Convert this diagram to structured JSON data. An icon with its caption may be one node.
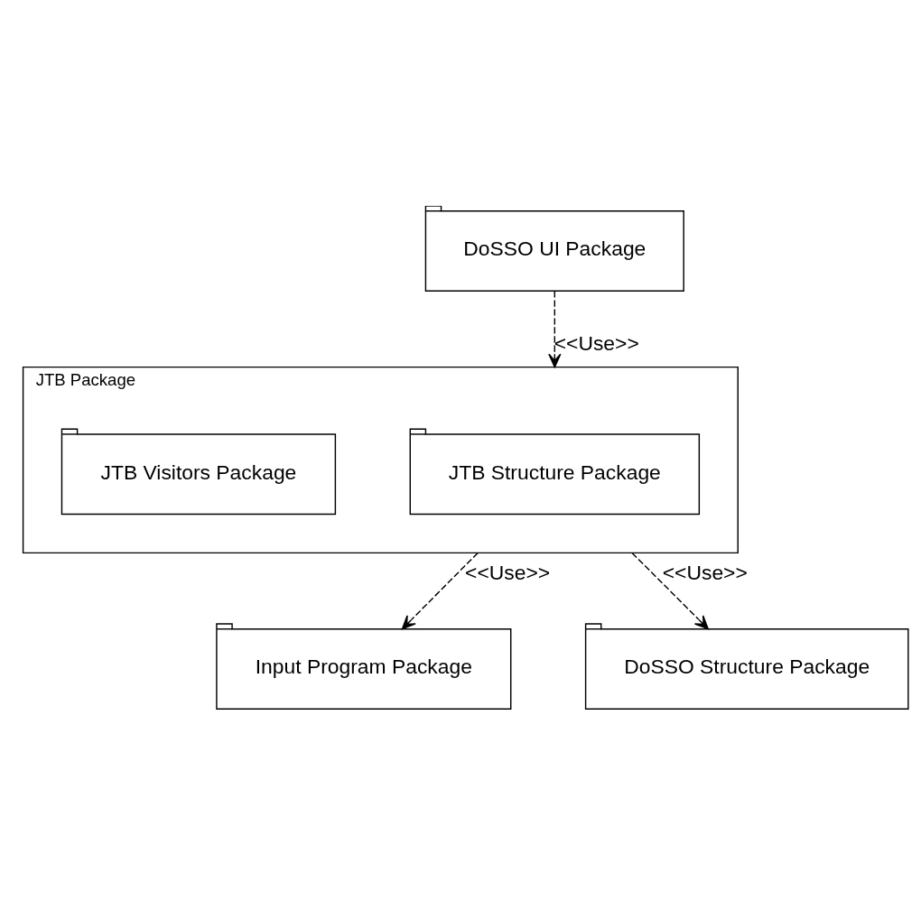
{
  "diagram": {
    "nodes": [
      {
        "text": [
          "DoSSO UI Package"
        ]
      },
      {
        "text": [
          "JTB Package"
        ]
      },
      {
        "text": [
          "JTB Structure Package"
        ],
        "in": 1
      },
      {
        "text": [
          "JTB Visitors Package"
        ],
        "in": 1
      },
      {
        "text": [
          "Input Program Package"
        ]
      },
      {
        "text": [
          "DoSSO Structure Package"
        ]
      }
    ],
    "edges": [
      {
        "from": 0,
        "to": 1,
        "arrow": "to",
        "style": "dashed",
        "label": "<<Use>>"
      },
      {
        "from": 1,
        "to": 4,
        "arrow": "to",
        "style": "dashed",
        "label": "<<Use>>"
      },
      {
        "from": 1,
        "to": 5,
        "arrow": "to",
        "style": "dashed",
        "label": "<<Use>>"
      }
    ]
  }
}
